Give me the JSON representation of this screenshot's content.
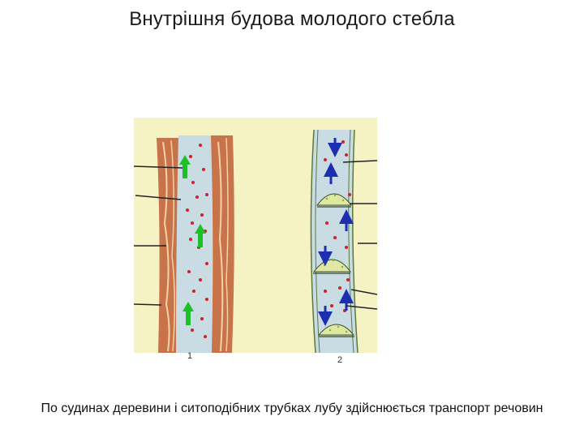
{
  "title": "Внутрішня будова молодого стебла",
  "figure": {
    "label_1": "1",
    "label_2": "2"
  },
  "caption": "По судинах деревини і ситоподібних трубках лубу здійснюється транспорт речовин",
  "colors": {
    "background": "#f5f3c3",
    "wood_wall": "#c8734a",
    "vessel_lumen": "#c9dbe3",
    "particles": "#d0202a",
    "up_arrow": "#1fbf2a",
    "down_arrow": "#1c2fb0",
    "sieve_plate": "#dfe8a0"
  }
}
